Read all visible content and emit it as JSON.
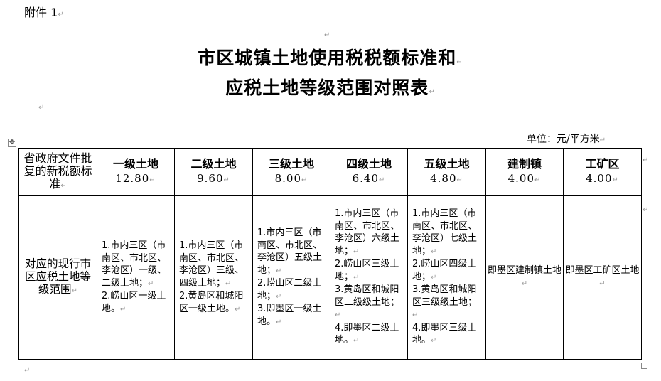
{
  "document": {
    "attachment_label": "附件 1",
    "title_line1": "市区城镇土地使用税税额标准和",
    "title_line2": "应税土地等级范围对照表",
    "unit": "单位：元/平方米",
    "paragraph_mark": "↵",
    "move_handle_icon": "✥"
  },
  "table": {
    "header_row": {
      "label": "省政府文件批复的新税额标准",
      "columns": [
        {
          "name": "一级土地",
          "value": "12.80"
        },
        {
          "name": "二级土地",
          "value": "9.60"
        },
        {
          "name": "三级土地",
          "value": "8.00"
        },
        {
          "name": "四级土地",
          "value": "6.40"
        },
        {
          "name": "五级土地",
          "value": "4.80"
        },
        {
          "name": "建制镇",
          "value": "4.00"
        },
        {
          "name": "工矿区",
          "value": "4.00"
        }
      ]
    },
    "body_row": {
      "label": "对应的现行市区应税土地等级范围",
      "cells": [
        {
          "lines": [
            "1.市内三区（市南区、市北区、李沧区）一级、二级土地；",
            "2.崂山区一级土地。"
          ]
        },
        {
          "lines": [
            "1.市内三区（市南区、市北区、李沧区）三级、四级土地；",
            "2.黄岛区和城阳区一级土地。"
          ]
        },
        {
          "lines": [
            "1.市内三区（市南区、市北区、李沧区）五级土地；",
            "2.崂山区二级土地；",
            "3.即墨区一级土地。"
          ]
        },
        {
          "lines": [
            "1.市内三区（市南区、市北区、李沧区）六级土地；",
            "2.崂山区三级土地；",
            "3.黄岛区和城阳区二级级土地；",
            "4.即墨区二级土地。"
          ]
        },
        {
          "lines": [
            "1.市内三区（市南区、市北区、李沧区）七级土地；",
            "2.崂山区四级土地；",
            "3.黄岛区和城阳区三级级土地；",
            "4.即墨区三级土地。"
          ]
        },
        {
          "lines": [
            "即墨区建制镇土地"
          ]
        },
        {
          "lines": [
            "即墨区工矿区土地"
          ]
        }
      ]
    }
  }
}
